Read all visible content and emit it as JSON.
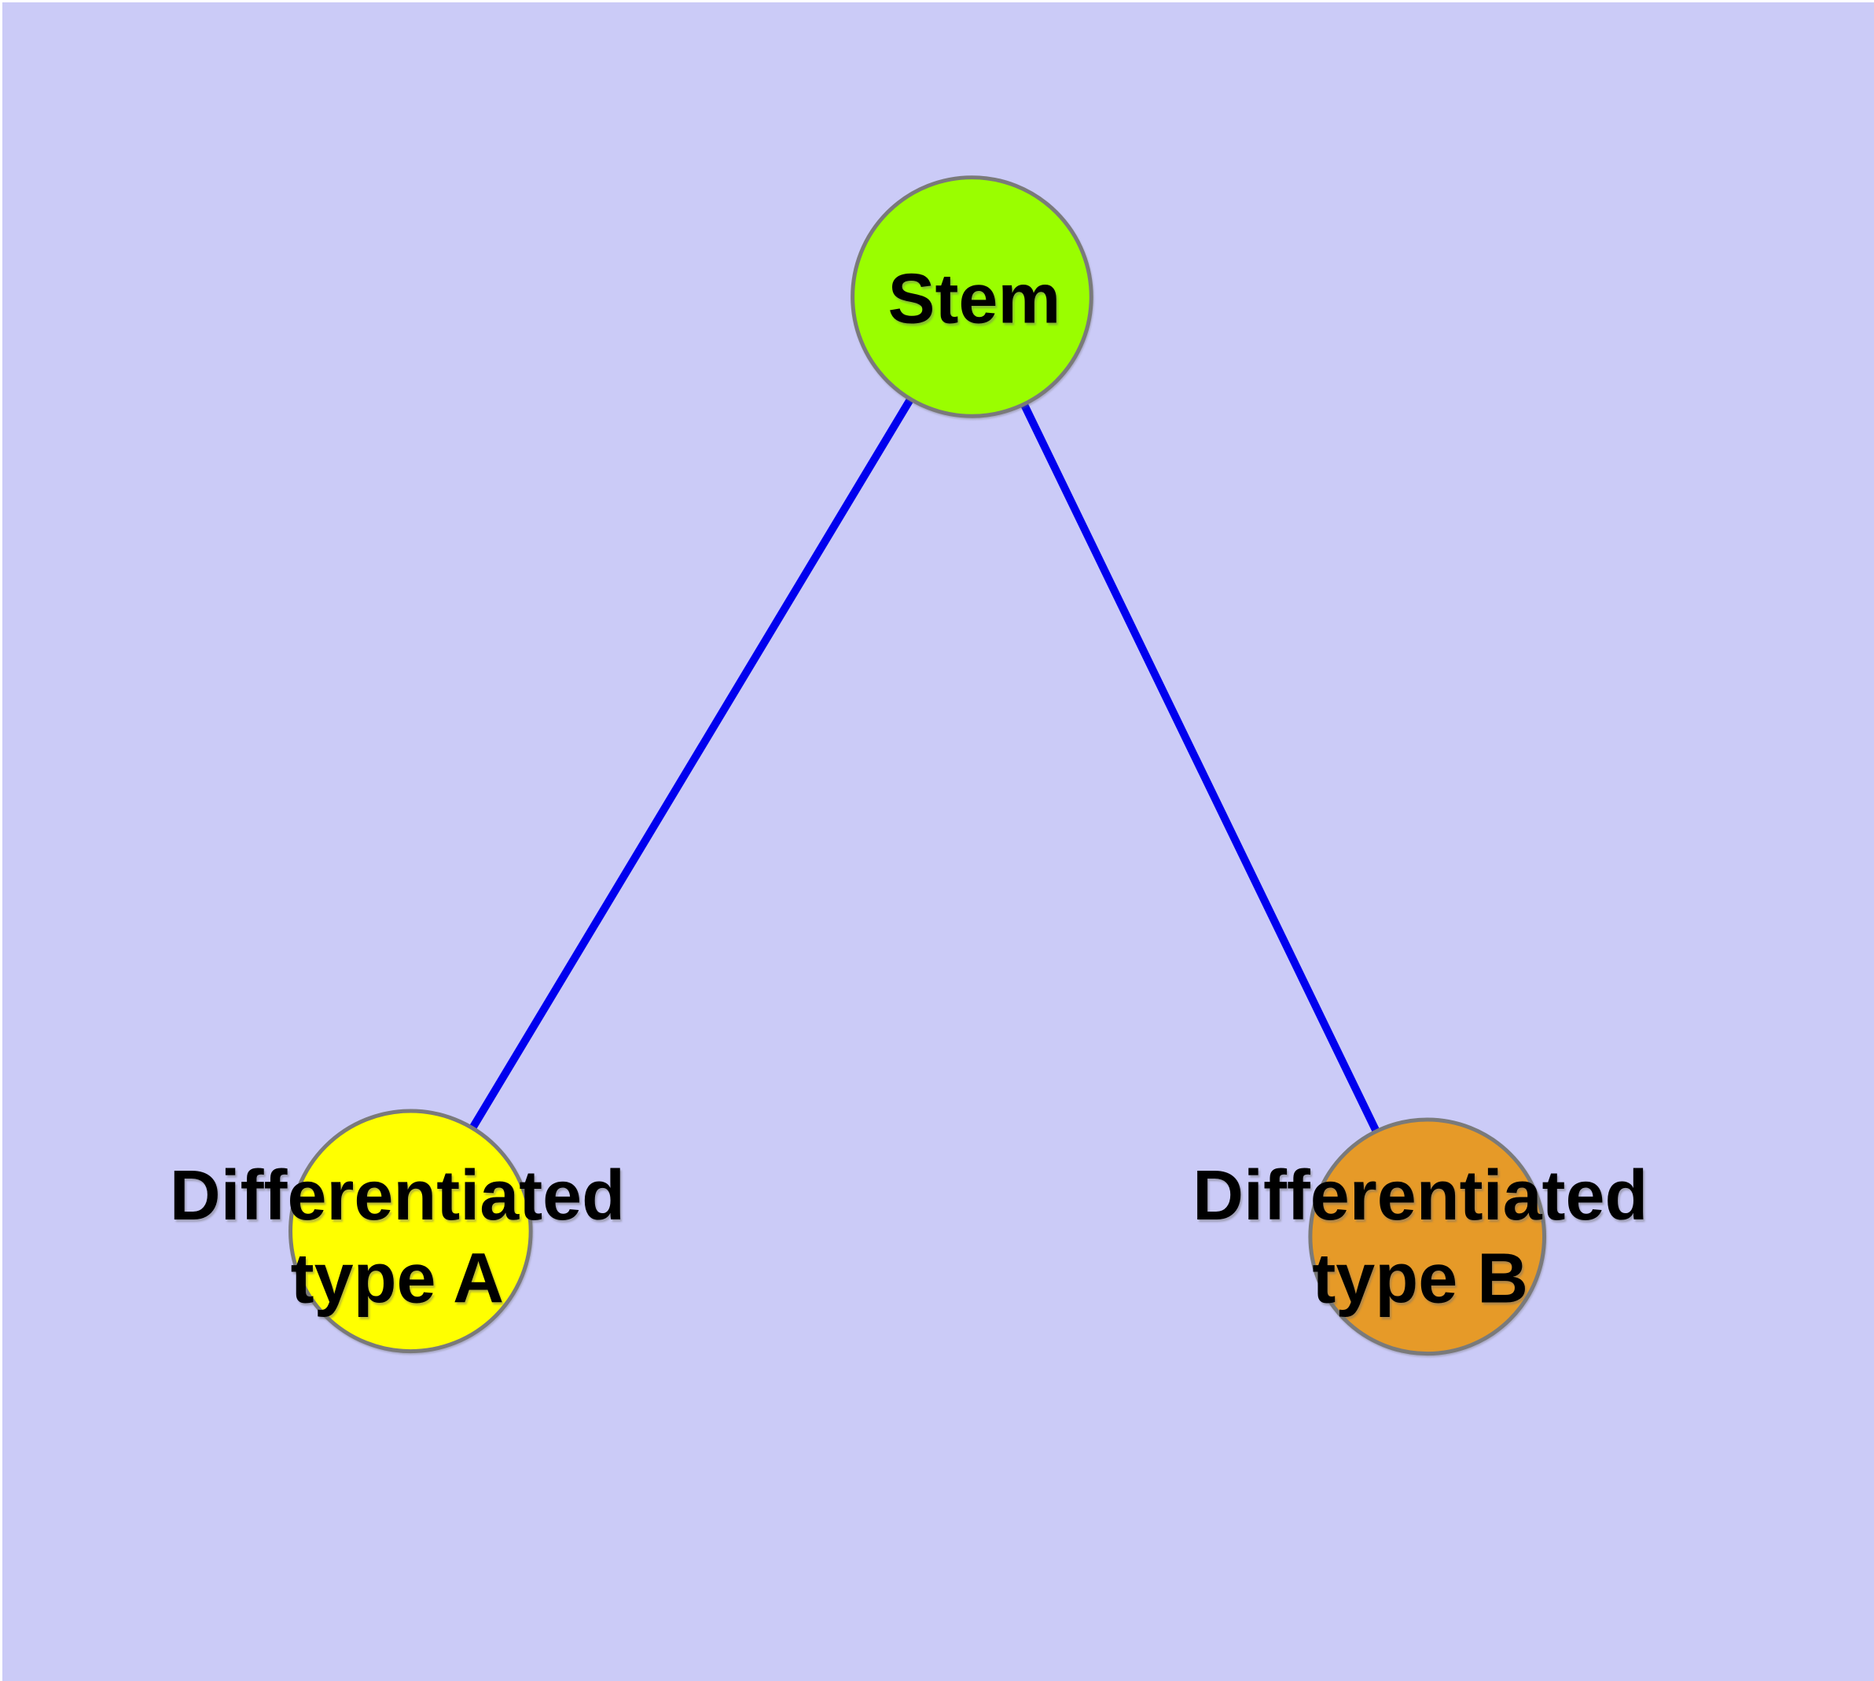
{
  "diagram": {
    "type": "node-link-graph",
    "nodes": {
      "stem": {
        "label": "Stem",
        "fill": "#9AFE00"
      },
      "type_a": {
        "label_line1": "Differentiated",
        "label_line2": "type A",
        "fill": "#FFFF00"
      },
      "type_b": {
        "label_line1": "Differentiated",
        "label_line2": "type B",
        "fill": "#E69A28"
      }
    },
    "edges": [
      {
        "from": "Stem",
        "to": "Differentiated type A"
      },
      {
        "from": "Stem",
        "to": "Differentiated type B"
      }
    ],
    "colors": {
      "background": "#CBCBF7",
      "margin": "#FFFFFF",
      "edge": "#0000EE",
      "node_border": "#7A7A7A",
      "label_text": "#000000"
    }
  }
}
